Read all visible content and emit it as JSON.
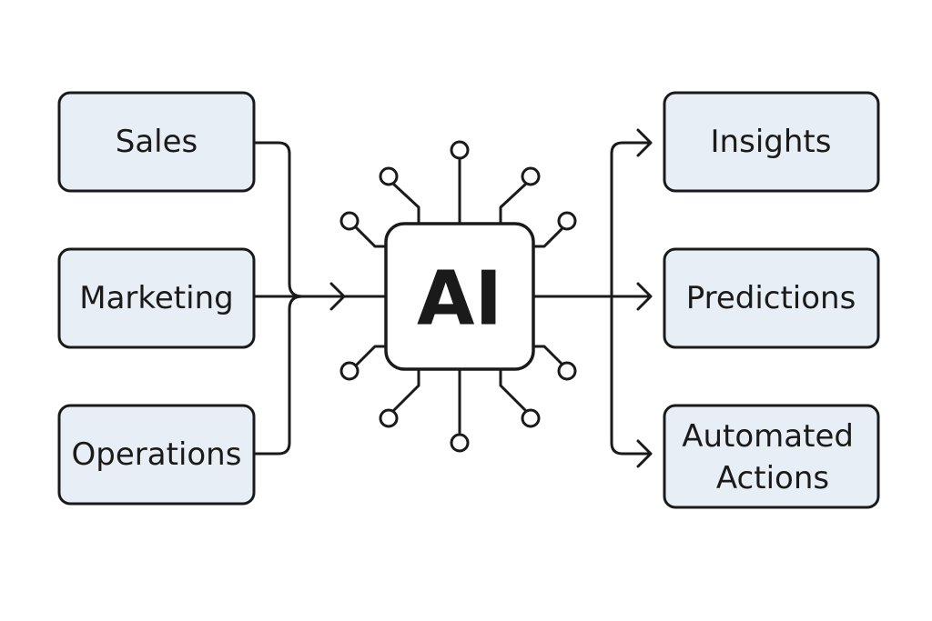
{
  "inputs": [
    {
      "label": "Sales"
    },
    {
      "label": "Marketing"
    },
    {
      "label": "Operations"
    }
  ],
  "center": {
    "label": "AI",
    "icon": "circuit-chip-icon"
  },
  "outputs": [
    {
      "label": "Insights"
    },
    {
      "label": "Predictions"
    },
    {
      "label": "Automated Actions"
    }
  ]
}
